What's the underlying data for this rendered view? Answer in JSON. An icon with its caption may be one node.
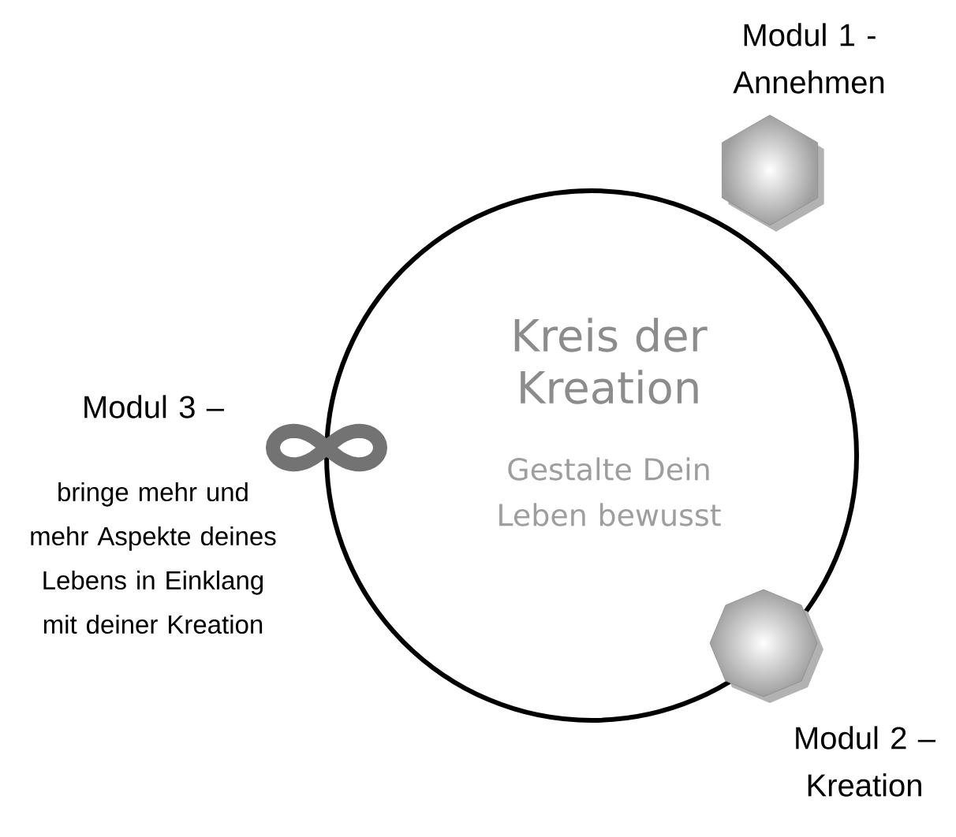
{
  "diagram": {
    "nodes": [
      {
        "text": [
          "Kreis der Kreation",
          "Gestalte Dein Leben bewusst"
        ]
      },
      {
        "text": [
          "Modul 1 - Annehmen"
        ]
      },
      {
        "text": [
          "Modul 2 – Kreation"
        ]
      },
      {
        "text": [
          "Modul 3 –",
          "bringe mehr und mehr Aspekte deines Lebens in Einklang mit deiner Kreation"
        ]
      }
    ]
  }
}
